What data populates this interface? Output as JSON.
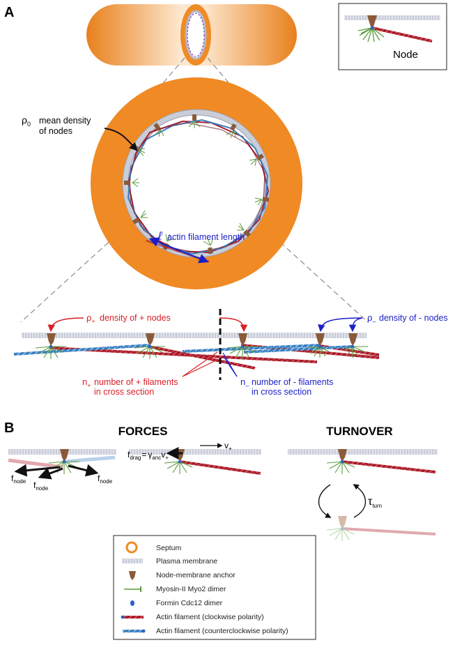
{
  "panel_a": {
    "letter": "A",
    "inset_label": "Node",
    "rho0": {
      "symbol": "ρ",
      "sub": "0",
      "line1": "mean density",
      "line2": "of nodes"
    },
    "actin_length": {
      "symbol": "ℓ",
      "text": "actin filament length"
    },
    "rho_plus": {
      "symbol": "ρ",
      "sub": "+",
      "text": "density of + nodes"
    },
    "rho_minus": {
      "symbol": "ρ",
      "sub": "–",
      "text": "density of - nodes"
    },
    "n_plus": {
      "symbol": "n",
      "sub": "+",
      "line1": "number of + filaments",
      "line2": "in cross section"
    },
    "n_minus": {
      "symbol": "n",
      "sub": "–",
      "line1": "number of - filaments",
      "line2": "in cross section"
    }
  },
  "panel_b": {
    "letter": "B",
    "forces_heading": "FORCES",
    "turnover_heading": "TURNOVER",
    "f_node": {
      "f": "f",
      "sub": "node"
    },
    "f_drag": {
      "f": "f",
      "sub": "drag",
      "eq": "=",
      "gamma": "γ",
      "gamma_sub": "anc",
      "v": "v",
      "v_sub": "+"
    },
    "v_plus": {
      "v": "v",
      "sub": "+"
    },
    "tau": {
      "symbol": "τ",
      "sub": "turn"
    }
  },
  "legend": {
    "items": [
      {
        "label": "Septum",
        "icon": "septum-ring-icon"
      },
      {
        "label": "Plasma membrane",
        "icon": "membrane-icon"
      },
      {
        "label": "Node-membrane anchor",
        "icon": "anchor-icon"
      },
      {
        "label": "Myosin-II Myo2 dimer",
        "icon": "myosin-icon"
      },
      {
        "label": "Formin Cdc12 dimer",
        "icon": "formin-icon"
      },
      {
        "label": "Actin filament (clockwise polarity)",
        "icon": "actin-clockwise-icon"
      },
      {
        "label": "Actin filament (counterclockwise polarity)",
        "icon": "actin-counterclockwise-icon"
      }
    ]
  },
  "colors": {
    "septum": "#f08a24",
    "membrane": "#c9cdd8",
    "anchor": "#8a5a3a",
    "myosin": "#5a9a3a",
    "formin": "#2a63c9",
    "actin_clockwise": "#a81c2c",
    "actin_counterclockwise": "#3a7fc0",
    "plus_label": "#d91f26",
    "minus_label": "#1b1fc9"
  }
}
